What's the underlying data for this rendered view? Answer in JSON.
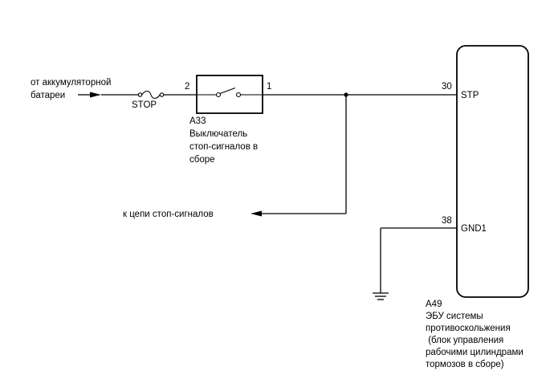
{
  "source": {
    "label_line1": "от аккумуляторной",
    "label_line2": "батареи"
  },
  "fuse": {
    "label": "STOP"
  },
  "switch": {
    "pin_left": "2",
    "pin_right": "1",
    "code": "A33",
    "name_lines": [
      "Выключатель",
      "стоп-сигналов в",
      "сборе"
    ]
  },
  "branch": {
    "label": "к цепи стоп-сигналов"
  },
  "ecu": {
    "code": "A49",
    "name_lines": [
      "ЭБУ системы",
      "противоскольжения",
      " (блок управления",
      "рабочими цилиндрами",
      "тормозов в сборе)"
    ],
    "pins": [
      {
        "number": "30",
        "name": "STP"
      },
      {
        "number": "38",
        "name": "GND1"
      }
    ]
  }
}
